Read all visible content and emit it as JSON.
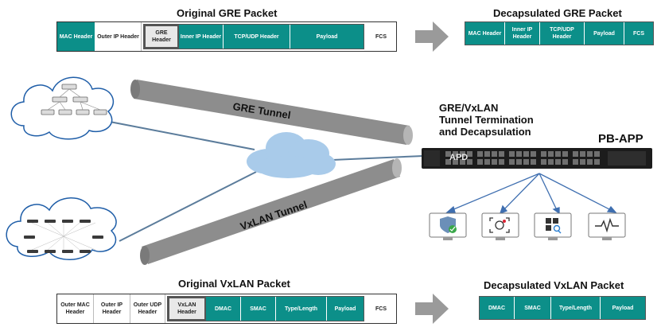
{
  "gre": {
    "title": "Original GRE Packet",
    "fields": {
      "mac": "MAC Header",
      "outer_ip": "Outer  IP Header",
      "gre": "GRE Header",
      "inner_ip": "Inner IP Header",
      "tcp_udp": "TCP/UDP Header",
      "payload": "Payload",
      "fcs": "FCS"
    },
    "decap_title": "Decapsulated GRE Packet",
    "decap_fields": [
      "MAC Header",
      "Inner IP Header",
      "TCP/UDP Header",
      "Payload",
      "FCS"
    ]
  },
  "vxlan": {
    "title": "Original VxLAN Packet",
    "fields": {
      "outer_mac": "Outer MAC Header",
      "outer_ip": "Outer IP Header",
      "outer_udp": "Outer UDP Header",
      "vxlan": "VxLAN Header",
      "dmac": "DMAC",
      "smac": "SMAC",
      "type_length": "Type/Length",
      "payload": "Payload",
      "fcs": "FCS"
    },
    "decap_title": "Decapsulated VxLAN Packet",
    "decap_fields": [
      "DMAC",
      "SMAC",
      "Type/Length",
      "Payload"
    ]
  },
  "diagram": {
    "gre_tunnel": "GRE Tunnel",
    "vxlan_tunnel": "VxLAN Tunnel",
    "termination": [
      "GRE/VxLAN",
      "Tunnel Termination",
      "and Decapsulation"
    ],
    "device": "PB-APP",
    "device_port": "APD"
  },
  "colors": {
    "teal": "#0c8f89",
    "tunnel": "#8a8a8a",
    "cloud": "#9ec5ec",
    "line": "#5b7c9b"
  }
}
